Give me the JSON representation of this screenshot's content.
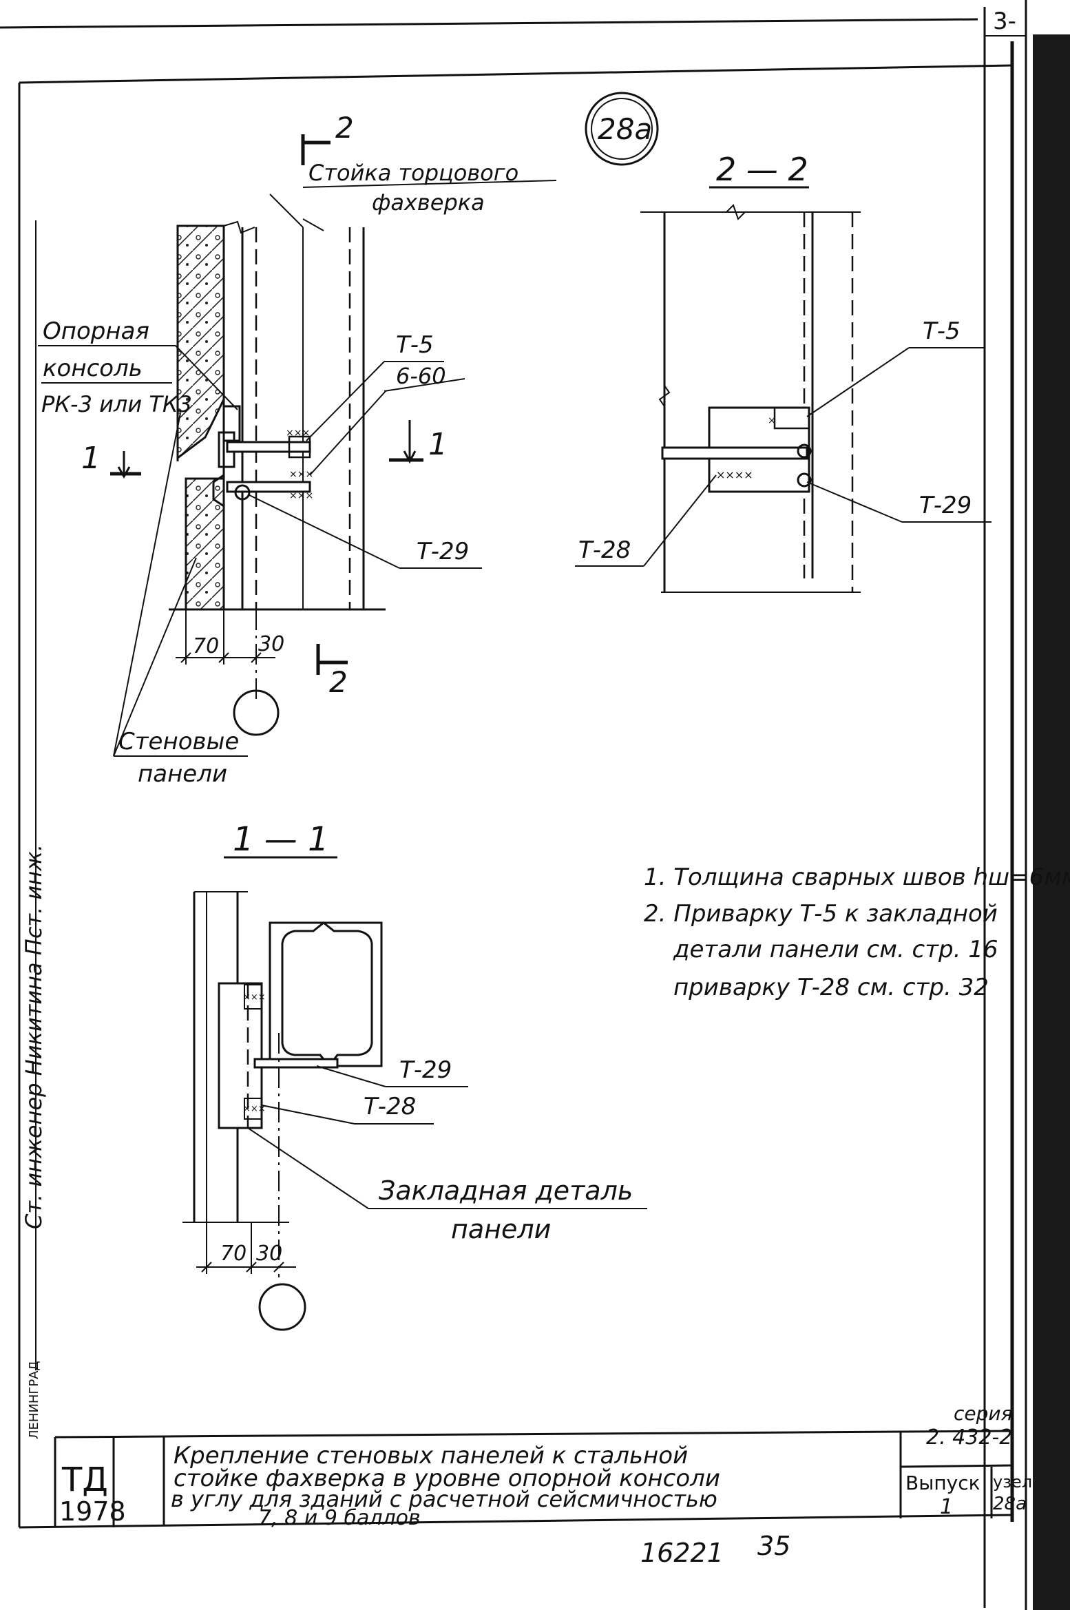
{
  "sheet": {
    "corner_tag": "3-",
    "node_mark": "28а"
  },
  "detail_main": {
    "section_mark_top": "2",
    "section_mark_bottom": "2",
    "cut_mark_left": "1",
    "cut_mark_right": "1",
    "label_post_line1": "Стойка торцового",
    "label_post_line2": "фахверка",
    "label_console_line1": "Опорная",
    "label_console_line2": "консоль",
    "label_console_line3": "РК-3 или ТК3",
    "label_t5": "Т-5",
    "label_weld": "6-60",
    "label_t29": "Т-29",
    "label_panels_line1": "Стеновые",
    "label_panels_line2": "панели",
    "dim_70": "70",
    "dim_30": "30"
  },
  "section_2_2": {
    "title": "2 — 2",
    "label_t5": "Т-5",
    "label_t29": "Т-29",
    "label_t28": "Т-28"
  },
  "section_1_1": {
    "title": "1 — 1",
    "label_t29": "Т-29",
    "label_t28": "Т-28",
    "label_embed_line1": "Закладная деталь",
    "label_embed_line2": "панели",
    "dim_70": "70",
    "dim_30": "30"
  },
  "notes": [
    "1. Толщина сварных швов hш=6мм",
    "2. Приварку Т-5 к закладной",
    "детали панели см. стр. 16",
    "приварку Т-28 см. стр. 32"
  ],
  "side_stamp": {
    "text": "Ст. инженер   Никитина   Пст. инж."
  },
  "title_block": {
    "org_line1": "ТД",
    "org_line2": "1978",
    "title_line1": "Крепление стеновых панелей к стальной",
    "title_line2": "стойке фахверка в уровне опорной консоли",
    "title_line3": "в углу для зданий с расчетной сейсмичностью",
    "title_line4": "7, 8 и 9 баллов",
    "series_label": "серия",
    "series_value": "2. 432-2",
    "issue_label": "Выпуск",
    "issue_value": "1",
    "node_label": "узел",
    "node_value": "28а",
    "city": "ЛЕНИНГРАД"
  },
  "footer": {
    "sheet_number": "16221",
    "page_number": "35"
  }
}
